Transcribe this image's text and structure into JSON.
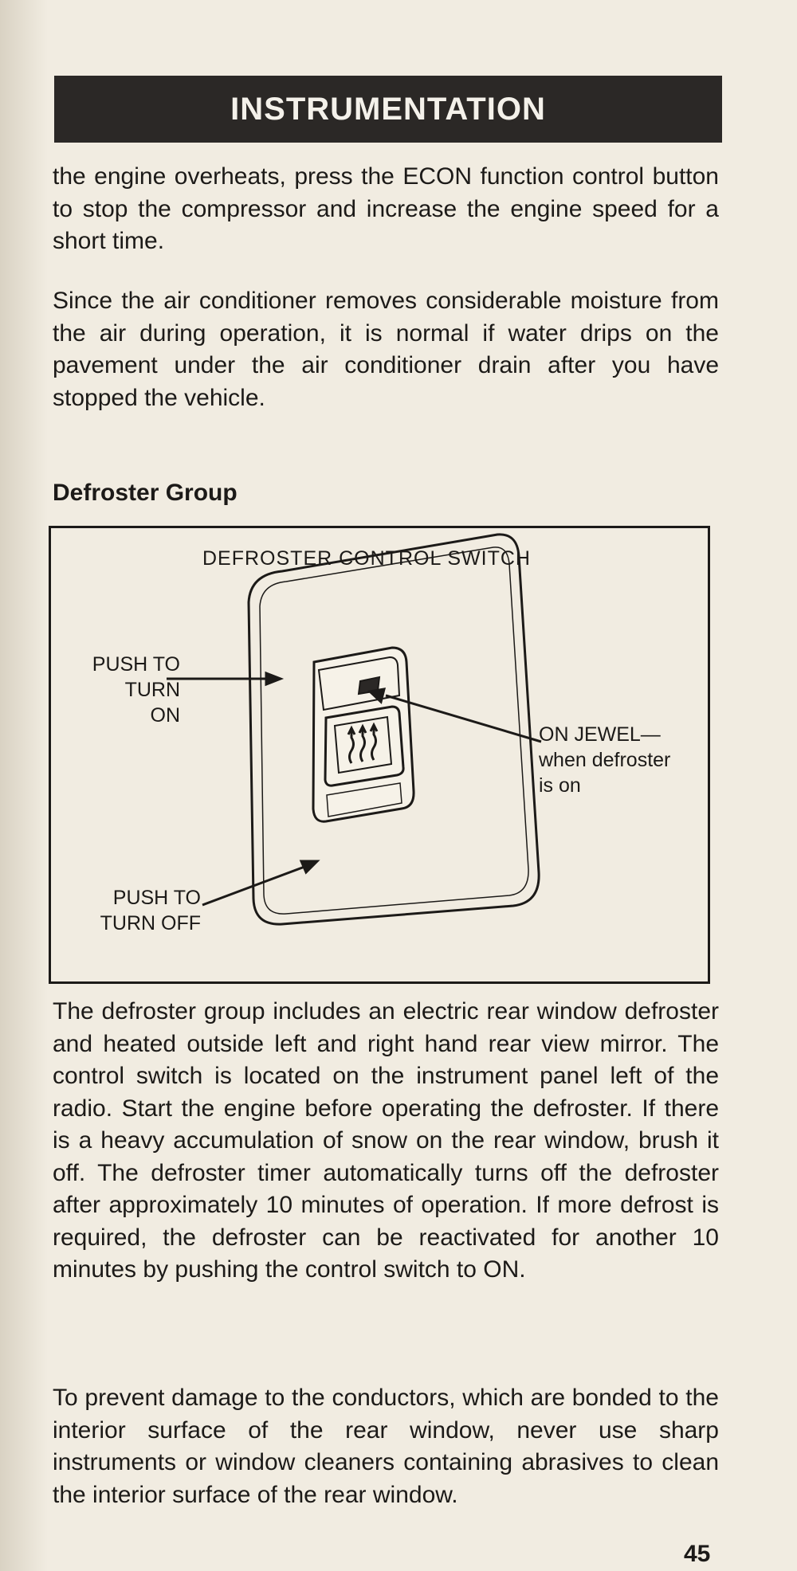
{
  "header": {
    "title": "INSTRUMENTATION"
  },
  "paragraphs": {
    "p1": "the engine overheats, press the ECON function control button to stop the compressor and increase the engine speed for a short time.",
    "p2": "Since the air conditioner removes considerable moisture from the air during operation, it is normal if water drips on the pavement under the air conditioner drain after you have stopped the vehicle.",
    "p3": "The defroster group includes an electric rear window defroster and heated outside left and right hand rear view mirror. The control switch is located on the instrument panel left of the radio. Start the engine before operating the defroster. If there is a heavy accumulation of snow on the rear window, brush it off. The defroster timer automatically turns off the defroster after approximately 10 minutes of operation. If more defrost is required, the defroster can be reactivated for another 10 minutes by pushing the control switch to ON.",
    "p4": "To prevent damage to the conductors, which are bonded to the interior surface of the rear window, never use sharp instruments or window cleaners containing abrasives to clean the interior surface of the rear window."
  },
  "section": {
    "title": "Defroster Group"
  },
  "figure": {
    "title": "DEFROSTER CONTROL SWITCH",
    "label_on_line1": "PUSH TO",
    "label_on_line2": "TURN",
    "label_on_line3": "ON",
    "label_jewel_line1": "ON JEWEL—",
    "label_jewel_line2": "when defroster",
    "label_jewel_line3": "is on",
    "label_off_line1": "PUSH TO",
    "label_off_line2": "TURN OFF"
  },
  "page_number": "45"
}
